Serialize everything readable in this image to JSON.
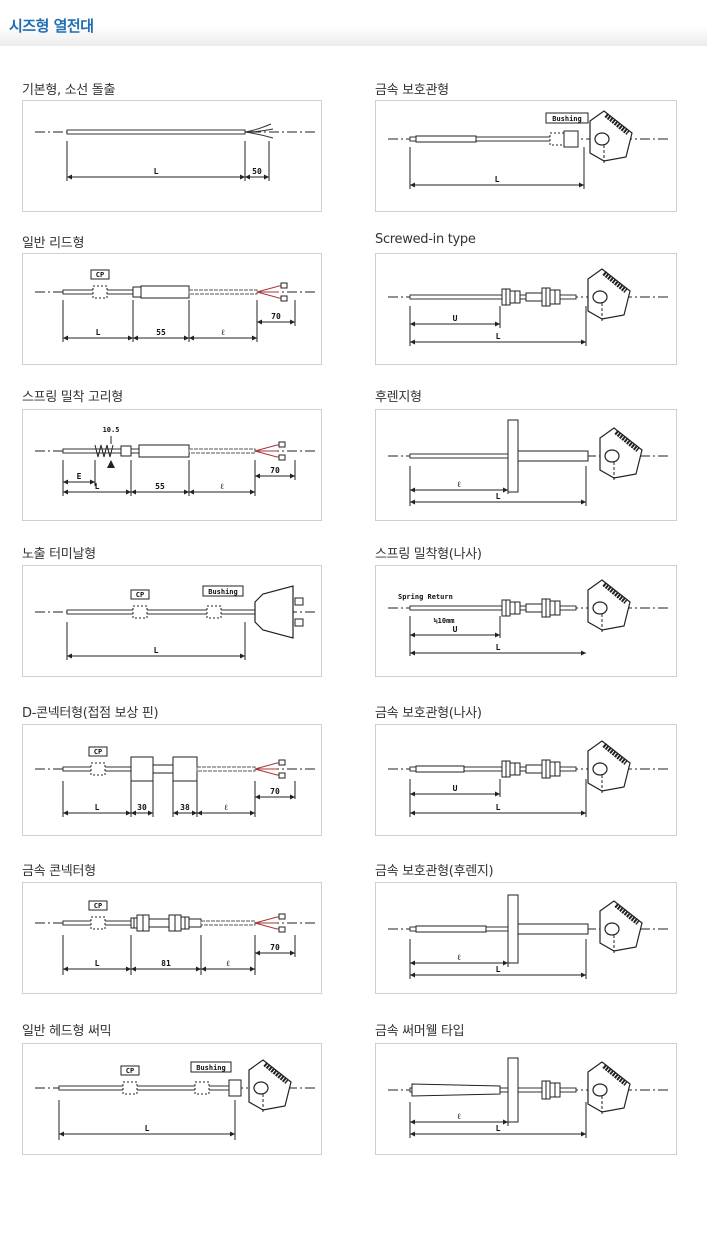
{
  "page": {
    "title": "시즈형 열전대"
  },
  "items": [
    {
      "title": "기본형, 소선 돌출",
      "icon": "basic-type-drawing-icon",
      "labels": {
        "l": "L",
        "d1": "50"
      }
    },
    {
      "title": "금속 보호관형",
      "icon": "metal-protection-tube-drawing-icon",
      "labels": {
        "l": "L",
        "bushing": "Bushing"
      }
    },
    {
      "title": "일반 리드형",
      "icon": "general-lead-drawing-icon",
      "labels": {
        "cp": "CP",
        "l": "L",
        "d1": "55",
        "lead": "ℓ",
        "d2": "70"
      }
    },
    {
      "title": "Screwed-in type",
      "icon": "screwed-in-drawing-icon",
      "labels": {
        "u": "U",
        "l": "L"
      }
    },
    {
      "title": "스프링 밀착 고리형",
      "icon": "spring-ring-drawing-icon",
      "labels": {
        "spring": "10.5",
        "e": "E",
        "l": "L",
        "d1": "55",
        "lead": "ℓ",
        "d2": "70"
      }
    },
    {
      "title": "후렌지형",
      "icon": "flange-drawing-icon",
      "labels": {
        "lead": "ℓ",
        "l": "L"
      }
    },
    {
      "title": "노출 터미날형",
      "icon": "exposed-terminal-drawing-icon",
      "labels": {
        "cp": "CP",
        "bushing": "Bushing",
        "l": "L"
      }
    },
    {
      "title": "스프링 밀착형(나사)",
      "icon": "spring-screw-drawing-icon",
      "labels": {
        "spring": "Spring Return",
        "mm": "≒10mm",
        "u": "U",
        "l": "L"
      }
    },
    {
      "title": "D-콘넥터형(접점 보상 핀)",
      "icon": "d-connector-drawing-icon",
      "labels": {
        "cp": "CP",
        "l": "L",
        "d1": "30",
        "d3": "38",
        "lead": "ℓ",
        "d2": "70"
      }
    },
    {
      "title": "금속 보호관형(나사)",
      "icon": "metal-tube-screw-drawing-icon",
      "labels": {
        "u": "U",
        "l": "L"
      }
    },
    {
      "title": "금속 콘넥터형",
      "icon": "metal-connector-drawing-icon",
      "labels": {
        "cp": "CP",
        "l": "L",
        "d1": "81",
        "lead": "ℓ",
        "d2": "70"
      }
    },
    {
      "title": "금속 보호관형(후렌지)",
      "icon": "metal-tube-flange-drawing-icon",
      "labels": {
        "lead": "ℓ",
        "l": "L"
      }
    },
    {
      "title": "일반 헤드형 써믹",
      "icon": "general-head-drawing-icon",
      "labels": {
        "cp": "CP",
        "bushing": "Bushing",
        "l": "L"
      }
    },
    {
      "title": "금속 써머웰 타입",
      "icon": "metal-thermowell-drawing-icon",
      "labels": {
        "lead": "ℓ",
        "l": "L"
      }
    }
  ]
}
